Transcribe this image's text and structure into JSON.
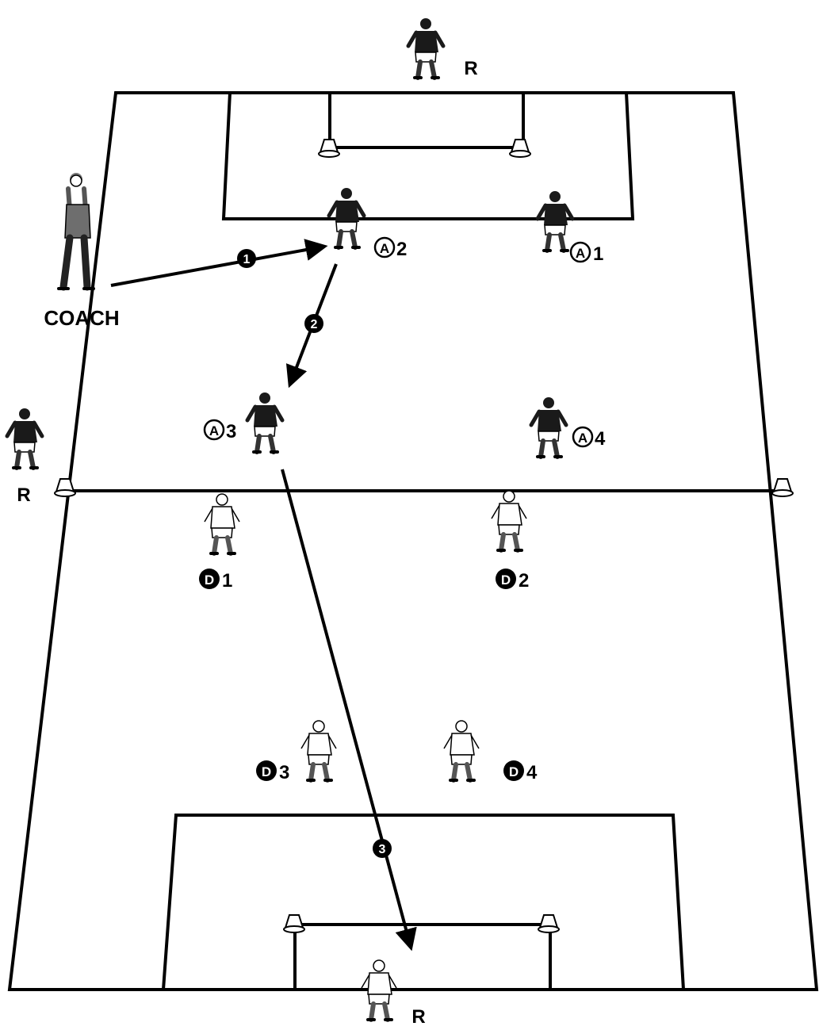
{
  "diagram": {
    "coach": {
      "label": "COACH"
    },
    "receivers": [
      {
        "id": "top",
        "label": "R"
      },
      {
        "id": "left",
        "label": "R"
      },
      {
        "id": "bottom",
        "label": "R"
      }
    ],
    "attackers": [
      {
        "id": "a1",
        "glyph": "A",
        "num": "1"
      },
      {
        "id": "a2",
        "glyph": "A",
        "num": "2"
      },
      {
        "id": "a3",
        "glyph": "A",
        "num": "3"
      },
      {
        "id": "a4",
        "glyph": "A",
        "num": "4"
      }
    ],
    "defenders": [
      {
        "id": "d1",
        "glyph": "D",
        "num": "1"
      },
      {
        "id": "d2",
        "glyph": "D",
        "num": "2"
      },
      {
        "id": "d3",
        "glyph": "D",
        "num": "3"
      },
      {
        "id": "d4",
        "glyph": "D",
        "num": "4"
      }
    ],
    "passes": [
      {
        "step": "1",
        "from": "coach",
        "to": "a2"
      },
      {
        "step": "2",
        "from": "a2",
        "to": "a3"
      },
      {
        "step": "3",
        "from": "a3",
        "to": "bottom-goal"
      }
    ],
    "colors": {
      "line": "#000000",
      "dark_kit": "#1a1a1a",
      "light_kit": "#ffffff",
      "coach_kit": "#6e6e6e"
    }
  }
}
